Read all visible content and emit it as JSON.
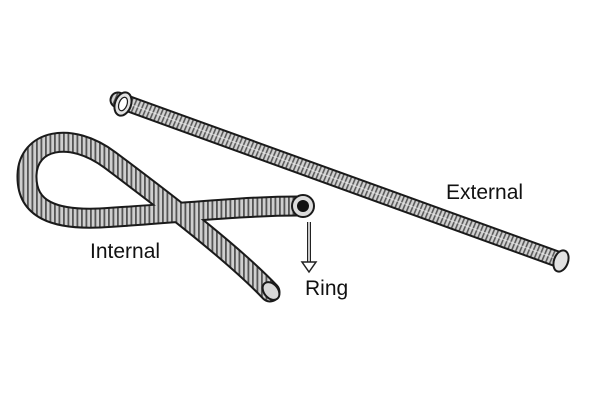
{
  "labels": {
    "external": "External",
    "internal": "Internal",
    "ring": "Ring"
  },
  "colors": {
    "background": "#ffffff",
    "outline": "#1a1a1a",
    "spring_fill": "#d2d2d2",
    "coil_line": "#555555"
  }
}
